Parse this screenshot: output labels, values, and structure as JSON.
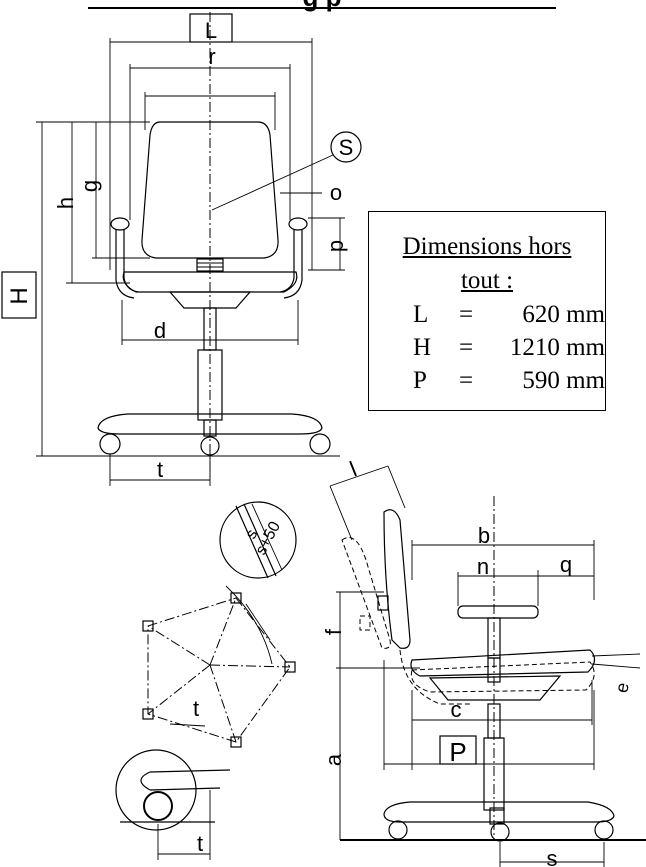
{
  "title_partial": "  g  p     ",
  "dimension_box": {
    "title_line1": "Dimensions hors",
    "title_line2": "tout :",
    "rows": [
      {
        "key": "L",
        "eq": "=",
        "value": "620 mm"
      },
      {
        "key": "H",
        "eq": "=",
        "value": "1210 mm"
      },
      {
        "key": "P",
        "eq": "=",
        "value": "590 mm"
      }
    ]
  },
  "labels": {
    "L": "L",
    "r": "r",
    "S": "S",
    "o": "o",
    "h": "h",
    "g": "g",
    "p": "p",
    "H": "H",
    "d": "d",
    "t": "t",
    "l": "l",
    "b": "b",
    "n": "n",
    "q": "q",
    "f": "f",
    "e": "e",
    "c": "c",
    "P": "P",
    "a": "a",
    "s": "s",
    "s_detail": "s",
    "s_plus": "s+50",
    "t_star": "t",
    "t_wheel": "t"
  }
}
